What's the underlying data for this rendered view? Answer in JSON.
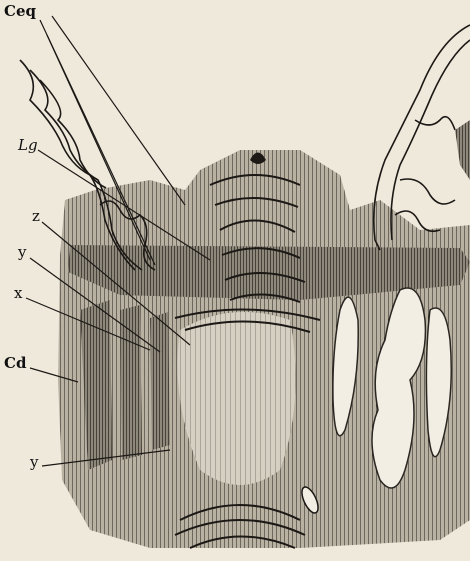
{
  "figure": {
    "labels": {
      "ceq": "Ceq",
      "lg": "Lg",
      "z": "z",
      "y_upper": "y",
      "x": "x",
      "cd": "Cd",
      "y_lower": "y"
    }
  }
}
